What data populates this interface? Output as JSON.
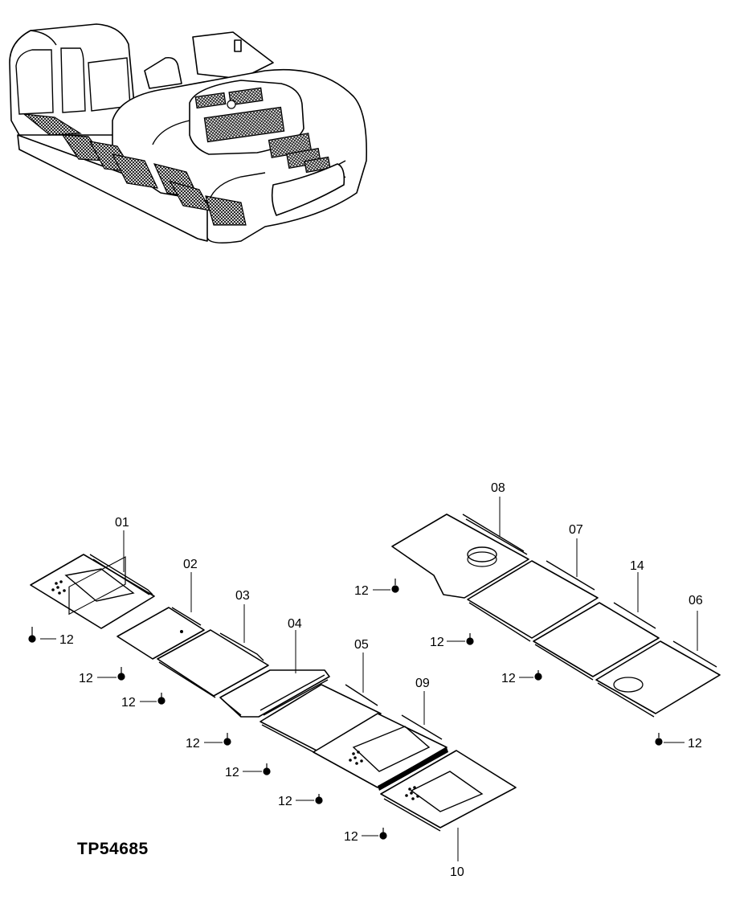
{
  "drawing_ref": "TP54685",
  "part_labels": {
    "p01": "01",
    "p02": "02",
    "p03": "03",
    "p04": "04",
    "p05": "05",
    "p06": "06",
    "p07": "07",
    "p08": "08",
    "p09": "09",
    "p10": "10",
    "p14": "14"
  },
  "bolt_label": "12",
  "figure": "excavator-upper-structure-with-under-covers"
}
